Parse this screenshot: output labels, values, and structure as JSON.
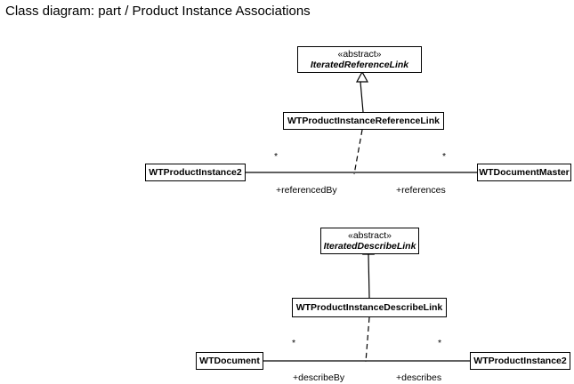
{
  "title": "Class diagram: part / Product Instance Associations",
  "diagram1": {
    "base": {
      "stereotype": "«abstract»",
      "name": "IteratedReferenceLink"
    },
    "link": "WTProductInstanceReferenceLink",
    "left": "WTProductInstance2",
    "right": "WTDocumentMaster",
    "left_mult": "*",
    "right_mult": "*",
    "left_role": "+referencedBy",
    "right_role": "+references"
  },
  "diagram2": {
    "base": {
      "stereotype": "«abstract»",
      "name": "IteratedDescribeLink"
    },
    "link": "WTProductInstanceDescribeLink",
    "left": "WTDocument",
    "right": "WTProductInstance2",
    "left_mult": "*",
    "right_mult": "*",
    "left_role": "+describeBy",
    "right_role": "+describes"
  }
}
